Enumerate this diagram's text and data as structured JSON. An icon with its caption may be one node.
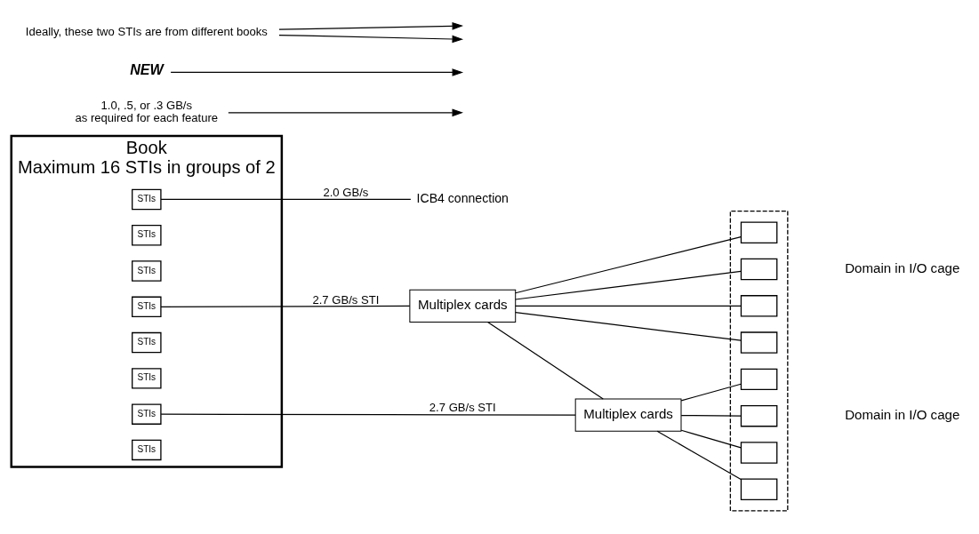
{
  "diagram": {
    "nodes": [
      {
        "text": [
          "Book",
          "Maximum 16 STIs in groups of 2"
        ]
      },
      {
        "text": [
          "STIs"
        ],
        "in": 0
      },
      {
        "text": [
          "STIs"
        ],
        "in": 0
      },
      {
        "text": [
          "STIs"
        ],
        "in": 0
      },
      {
        "text": [
          "STIs"
        ],
        "in": 0
      },
      {
        "text": [
          "STIs"
        ],
        "in": 0
      },
      {
        "text": [
          "STIs"
        ],
        "in": 0
      },
      {
        "text": [
          "STIs"
        ],
        "in": 0
      },
      {
        "text": [
          "STIs"
        ],
        "in": 0
      },
      {
        "text": [
          "ICB4 connection"
        ]
      },
      {
        "text": [
          "1.0, .5, or .3 GB/s",
          "as required for each feature"
        ]
      },
      {
        "text": [
          "Multiplex cards"
        ]
      },
      {
        "text": [
          "NEW"
        ]
      },
      {
        "text": [
          "Multiplex cards"
        ]
      },
      {
        "text": [],
        "shape": "box"
      },
      {
        "text": [],
        "shape": "box",
        "in": 14
      },
      {
        "text": [],
        "shape": "box",
        "in": 14
      },
      {
        "text": [],
        "shape": "box",
        "in": 14
      },
      {
        "text": [],
        "shape": "box",
        "in": 14
      },
      {
        "text": [],
        "shape": "box",
        "in": 14
      },
      {
        "text": [],
        "shape": "box",
        "in": 14
      },
      {
        "text": [],
        "shape": "box",
        "in": 14
      },
      {
        "text": [],
        "shape": "box",
        "in": 14
      },
      {
        "text": [
          "Ideally, these two STIs are from different books"
        ]
      }
    ],
    "edges": [
      {
        "from": 1,
        "to": 9,
        "arrow": "none",
        "label": "2.0 GB/s"
      },
      {
        "from": 4,
        "to": 11,
        "arrow": "none",
        "label": "2.7 GB/s STI"
      },
      {
        "from": 7,
        "to": 13,
        "arrow": "none",
        "label": "2.7 GB/s STI"
      },
      {
        "from": 11,
        "to": 13,
        "arrow": "none"
      },
      {
        "from": 12,
        "to": null,
        "arrow": "to"
      },
      {
        "from": 10,
        "to": null,
        "arrow": "to"
      },
      {
        "from": 11,
        "to": 15,
        "arrow": "none"
      },
      {
        "from": 11,
        "to": 16,
        "arrow": "none"
      },
      {
        "from": 11,
        "to": 17,
        "arrow": "none"
      },
      {
        "from": 11,
        "to": 18,
        "arrow": "none"
      },
      {
        "from": 13,
        "to": 19,
        "arrow": "none"
      },
      {
        "from": 13,
        "to": 20,
        "arrow": "none"
      },
      {
        "from": 13,
        "to": 21,
        "arrow": "none"
      },
      {
        "from": 13,
        "to": 22,
        "arrow": "none"
      },
      {
        "from": 23,
        "to": null,
        "arrow": "to"
      },
      {
        "from": 23,
        "to": null,
        "arrow": "to"
      }
    ],
    "labels": [
      "Domain in I/O cage",
      "Domain in I/O cage"
    ]
  }
}
